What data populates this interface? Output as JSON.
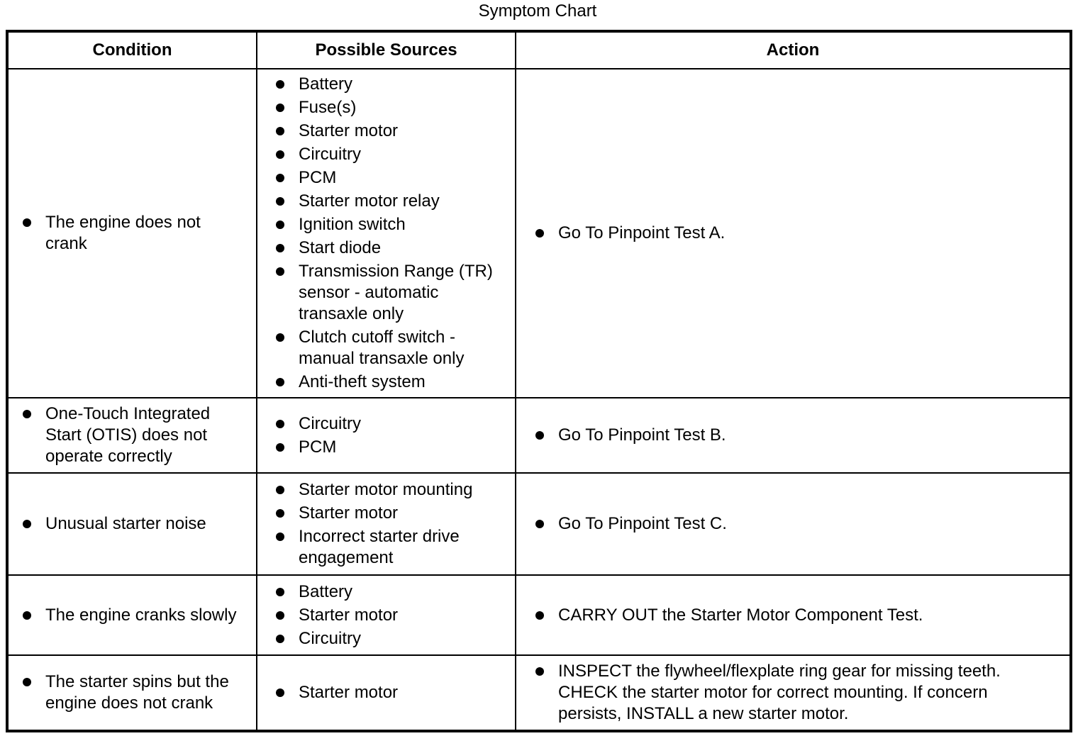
{
  "title": "Symptom Chart",
  "table": {
    "columns": [
      "Condition",
      "Possible Sources",
      "Action"
    ],
    "rows": [
      {
        "condition": [
          "The engine does not crank"
        ],
        "possible_sources": [
          "Battery",
          "Fuse(s)",
          "Starter motor",
          "Circuitry",
          "PCM",
          "Starter motor relay",
          "Ignition switch",
          "Start diode",
          "Transmission Range (TR) sensor - automatic transaxle only",
          "Clutch cutoff switch - manual transaxle only",
          "Anti-theft system"
        ],
        "action": [
          "Go To Pinpoint Test A."
        ]
      },
      {
        "condition": [
          "One-Touch Integrated Start (OTIS) does not operate correctly"
        ],
        "possible_sources": [
          "Circuitry",
          "PCM"
        ],
        "action": [
          "Go To Pinpoint Test B."
        ]
      },
      {
        "condition": [
          "Unusual starter noise"
        ],
        "possible_sources": [
          "Starter motor mounting",
          "Starter motor",
          "Incorrect starter drive engagement"
        ],
        "action": [
          "Go To Pinpoint Test C."
        ]
      },
      {
        "condition": [
          "The engine cranks slowly"
        ],
        "possible_sources": [
          "Battery",
          "Starter motor",
          "Circuitry"
        ],
        "action": [
          "CARRY OUT the Starter Motor Component Test."
        ]
      },
      {
        "condition": [
          "The starter spins but the engine does not crank"
        ],
        "possible_sources": [
          "Starter motor"
        ],
        "action": [
          "INSPECT the flywheel/flexplate ring gear for missing teeth. CHECK the starter motor for correct mounting. If concern persists, INSTALL a new starter motor."
        ]
      }
    ]
  }
}
